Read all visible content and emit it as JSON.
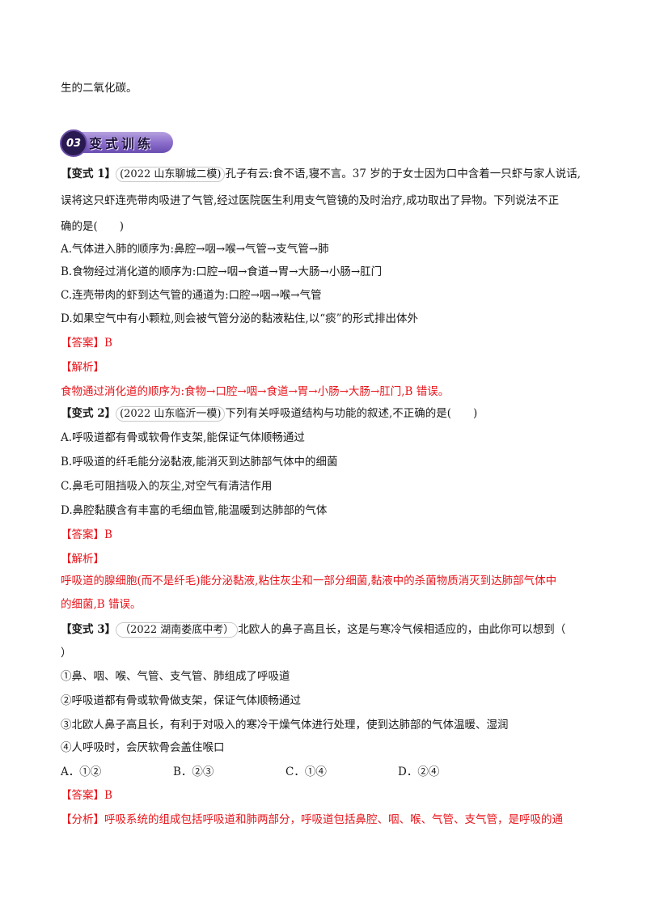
{
  "intro_tail": "生的二氧化碳。",
  "section": {
    "number": "03",
    "title": "变式训练"
  },
  "q1": {
    "label": "【变式 1】",
    "source": "(2022 山东聊城二模)",
    "lines": [
      "孔子有云:食不语,寝不言。37 岁的于女士因为口中含着一只虾与家人说话,",
      "误将这只虾连壳带肉吸进了气管,经过医院医生利用支气管镜的及时治疗,成功取出了异物。下列说法不正",
      "确的是(　　)"
    ],
    "options": [
      "A.气体进入肺的顺序为:鼻腔→咽→喉→气管→支气管→肺",
      "B.食物经过消化道的顺序为:口腔→咽→食道→胃→大肠→小肠→肛门",
      "C.连壳带肉的虾到达气管的通道为:口腔→咽→喉→气管",
      "D.如果空气中有小颗粒,则会被气管分泌的黏液粘住,以“痰”的形式排出体外"
    ],
    "answer": "【答案】B",
    "analysis_label": "【解析】",
    "analysis": [
      "食物通过消化道的顺序为:食物→口腔→咽→食道→胃→小肠→大肠→肛门,B 错误。"
    ]
  },
  "q2": {
    "label": "【变式 2】",
    "source": "(2022 山东临沂一模)",
    "lines": [
      "下列有关呼吸道结构与功能的叙述,不正确的是(　　)"
    ],
    "options": [
      "A.呼吸道都有骨或软骨作支架,能保证气体顺畅通过",
      "B.呼吸道的纤毛能分泌黏液,能消灭到达肺部气体中的细菌",
      "C.鼻毛可阻挡吸入的灰尘,对空气有清洁作用",
      "D.鼻腔黏膜含有丰富的毛细血管,能温暖到达肺部的气体"
    ],
    "answer": "【答案】B",
    "analysis_label": "【解析】",
    "analysis": [
      "呼吸道的腺细胞(而不是纤毛)能分泌黏液,粘住灰尘和一部分细菌,黏液中的杀菌物质消灭到达肺部气体中",
      "的细菌,B 错误。"
    ]
  },
  "q3": {
    "label": "【变式 3】",
    "source": "（2022 湖南娄底中考）",
    "lines": [
      "北欧人的鼻子高且长，这是与寒冷气候相适应的，由此你可以想到（",
      "）"
    ],
    "statements": [
      "①鼻、咽、喉、气管、支气管、肺组成了呼吸道",
      "②呼吸道都有骨或软骨做支架，保证气体顺畅通过",
      "③北欧人鼻子高且长，有利于对吸入的寒冷干燥气体进行处理，使到达肺部的气体温暖、湿润",
      "④人呼吸时，会厌软骨会盖住喉口"
    ],
    "choices": [
      "A．①②",
      "B．②③",
      "C．①④",
      "D．②④"
    ],
    "answer": "【答案】B",
    "analysis": "【分析】呼吸系统的组成包括呼吸道和肺两部分，呼吸道包括鼻腔、咽、喉、气管、支气管，是呼吸的通"
  }
}
